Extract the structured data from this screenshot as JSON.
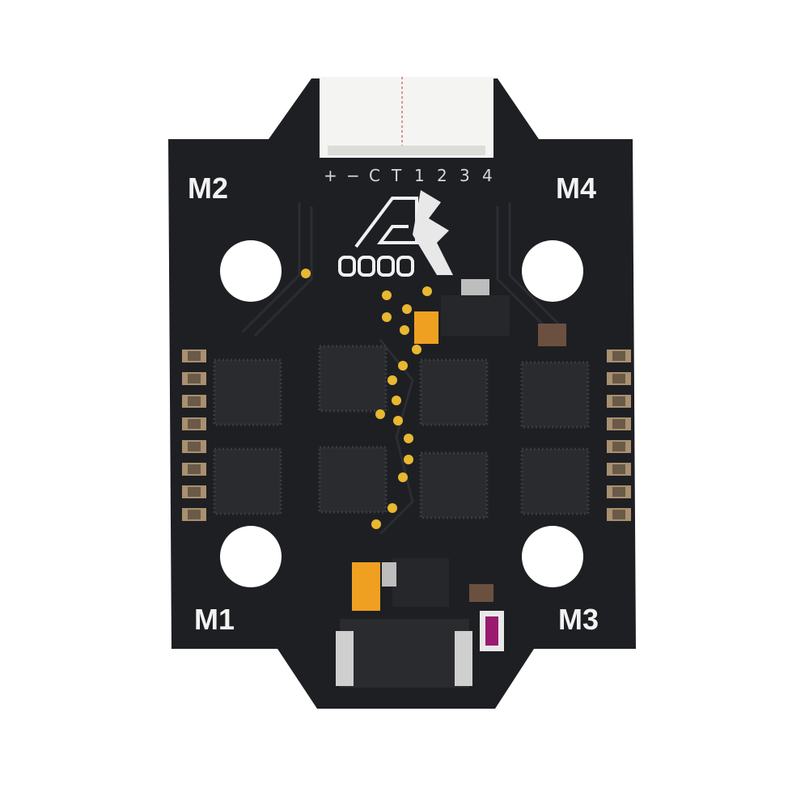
{
  "board": {
    "motor_labels": {
      "m1": "M1",
      "m2": "M2",
      "m3": "M3",
      "m4": "M4"
    },
    "connector_pins": [
      "+",
      "−",
      "C",
      "T",
      "1",
      "2",
      "3",
      "4"
    ],
    "colors": {
      "pcb": "#1e1f23",
      "silkscreen": "#f0f0f0",
      "pad_gold": "#e8b830",
      "tantalum": "#f0a020",
      "chip": "#2a2b2f",
      "connector": "#f4f4f2"
    }
  }
}
